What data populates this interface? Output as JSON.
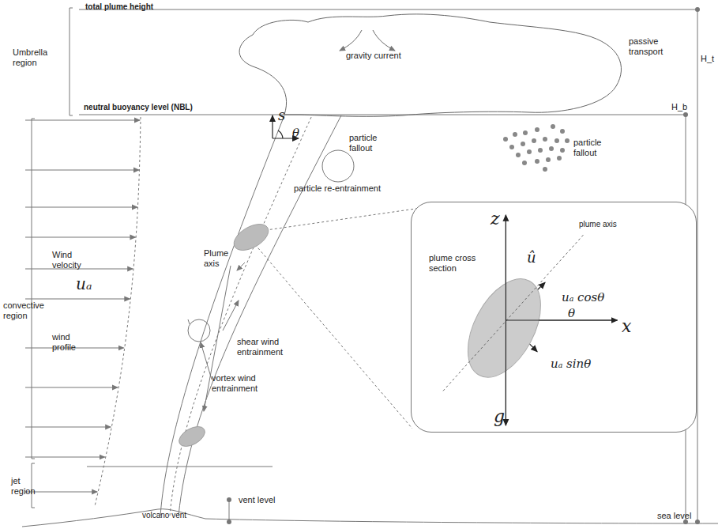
{
  "diagram": {
    "nodes": [
      {
        "text": [
          "gravity current"
        ]
      },
      {
        "text": [
          "z",
          "plume axis",
          "plume cross section",
          "û",
          "uₐ cosθ",
          "θ",
          "x",
          "uₐ sinθ",
          "g"
        ]
      }
    ],
    "labels": [
      "total plume height",
      "Umbrella region",
      "passive transport",
      "H_t",
      "neutral buoyancy level (NBL)",
      "H_b",
      "convective region",
      "Wind velocity",
      "uₐ",
      "wind profile",
      "Plume axis",
      "s",
      "θ",
      "particle fallout",
      "particle re-entrainment",
      "particle fallout",
      "shear wind entrainment",
      "vortex wind entrainment",
      "jet region",
      "volcano vent",
      "vent level",
      "sea level"
    ]
  }
}
